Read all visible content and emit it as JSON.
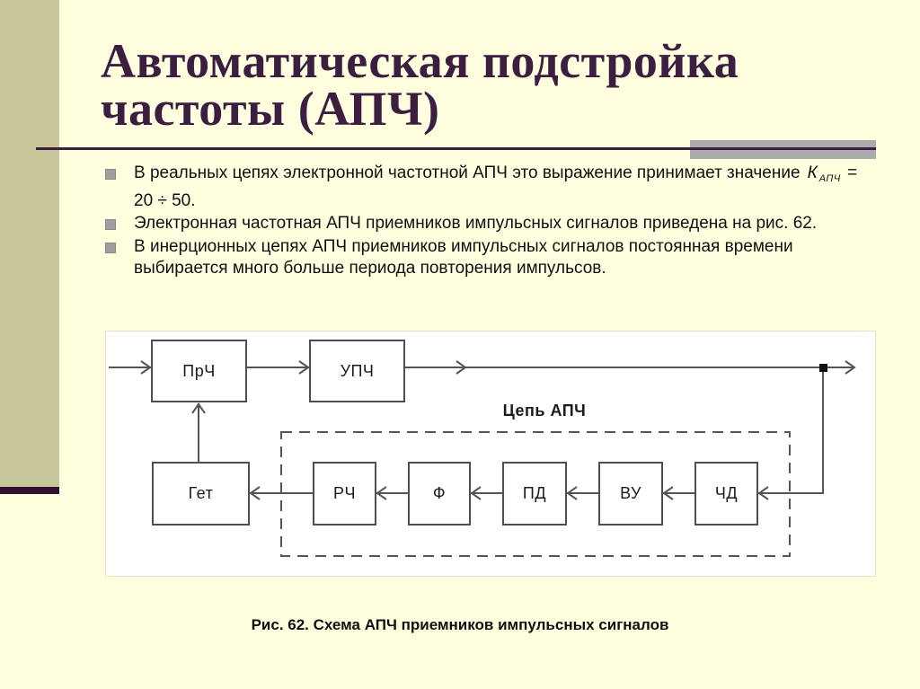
{
  "colors": {
    "background": "#FFFFE0",
    "sidebar": "#C7C799",
    "accent_plum": "#3C1E40",
    "gray_bar": "#ABABAB",
    "diagram_line": "#555555"
  },
  "title": {
    "line1": "Автоматическая подстройка",
    "line2": "частоты (АПЧ)"
  },
  "bullets": [
    {
      "pre": "В реальных цепях электронной частотной АПЧ это выражение принимает значение",
      "formula": {
        "k": "К",
        "sub": "АПЧ",
        "rest": "= 20 ÷ 50."
      }
    },
    {
      "text": "Электронная частотная АПЧ приемников импульсных сигналов приведена на рис. 62."
    },
    {
      "text": "В инерционных цепях АПЧ приемников импульсных сигналов постоянная времени выбирается много больше периода повторения импульсов."
    }
  ],
  "diagram": {
    "blocks": {
      "prch": "ПрЧ",
      "upch": "УПЧ",
      "get": "Гет",
      "rch": "РЧ",
      "f": "Ф",
      "pd": "ПД",
      "vu": "ВУ",
      "chd": "ЧД"
    },
    "chain_label": "Цепь АПЧ",
    "caption": "Рис. 62. Схема АПЧ приемников импульсных сигналов"
  }
}
